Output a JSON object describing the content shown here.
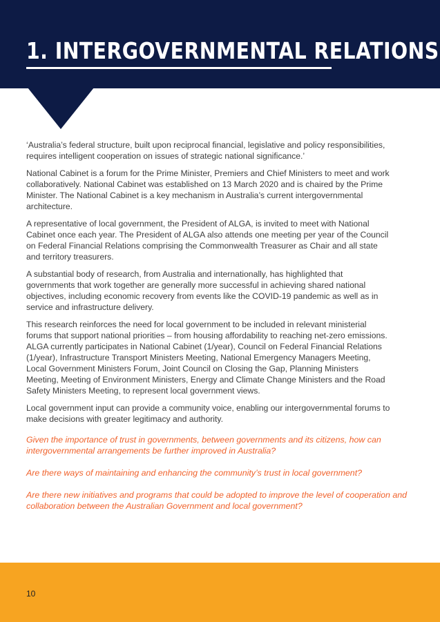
{
  "header": {
    "title": "1.  INTERGOVERNMENTAL RELATIONS"
  },
  "paragraphs": [
    "‘Australia’s federal structure, built upon reciprocal financial, legislative and policy responsibilities, requires intelligent cooperation on issues of strategic national significance.’",
    "National Cabinet is a forum for the Prime Minister, Premiers and Chief Ministers to meet and work collaboratively. National Cabinet was established on 13 March 2020 and is chaired by the Prime Minister. The National Cabinet is a key mechanism in Australia’s current intergovernmental architecture.",
    "A representative of local government, the President of ALGA, is invited to meet with National Cabinet once each year. The President of ALGA also attends one meeting per year of the Council on Federal Financial Relations comprising the Commonwealth Treasurer as Chair and all state and territory treasurers.",
    "A substantial body of research, from Australia and internationally, has highlighted that governments that work together are generally more successful in achieving shared national objectives, including economic recovery from events like the COVID-19 pandemic as well as in service and infrastructure delivery.",
    "This research reinforces the need for local government to be included in relevant ministerial forums that support national priorities – from housing affordability to reaching net-zero emissions. ALGA currently participates in National Cabinet (1/year), Council on Federal Financial Relations (1/year), Infrastructure Transport Ministers Meeting, National Emergency Managers Meeting, Local Government Ministers Forum, Joint Council on Closing the Gap, Planning Ministers Meeting, Meeting of Environment Ministers, Energy and Climate Change Ministers and the Road Safety Ministers Meeting, to represent local government views.",
    "Local government input can provide a community voice, enabling our intergovernmental forums to make decisions with greater legitimacy and authority."
  ],
  "questions": [
    "Given the importance of trust in governments, between governments and its citizens, how can intergovernmental arrangements be further improved in Australia?",
    "Are there ways of maintaining and enhancing the community’s trust in local government?",
    "Are there new initiatives and programs that could be adopted to improve the level of cooperation and collaboration between the Australian Government and local government?"
  ],
  "footer": {
    "page_number": "10"
  },
  "colors": {
    "header_navy": "#0d1b45",
    "question_orange": "#f0612a",
    "footer_gold": "#f7a421"
  }
}
